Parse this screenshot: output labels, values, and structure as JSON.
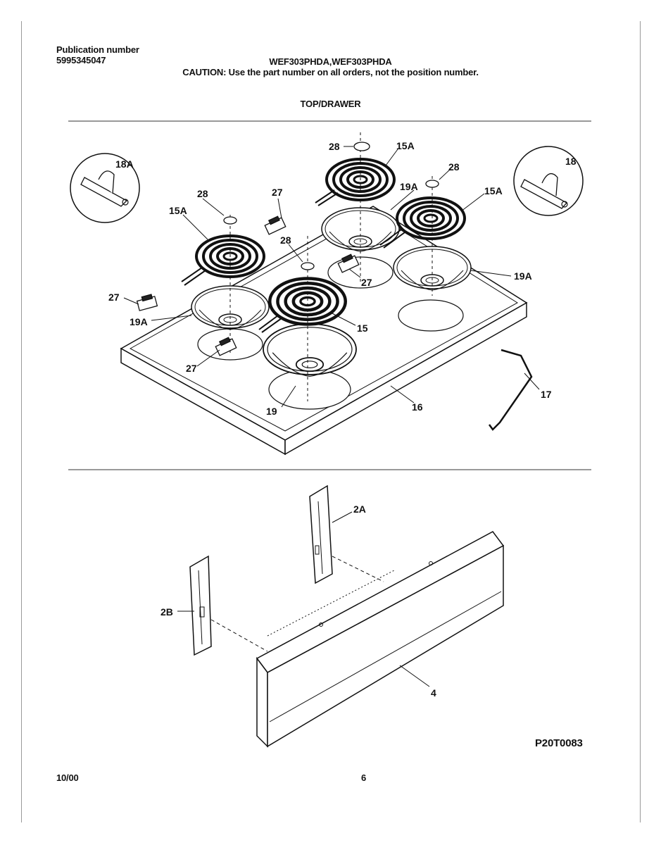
{
  "header": {
    "publication_label": "Publication number",
    "publication_number": "5995345047",
    "models": "WEF303PHDA,WEF303PHDA",
    "caution": "CAUTION:  Use the part number on all orders, not the position number.",
    "section_title": "TOP/DRAWER"
  },
  "callouts": {
    "c28_top": "28",
    "c15A_top": "15A",
    "c18A": "18A",
    "c18": "18",
    "c28_right": "28",
    "c19A_top": "19A",
    "c15A_right": "15A",
    "c28_left": "28",
    "c27_top": "27",
    "c15A_left": "15A",
    "c28_mid": "28",
    "c27_mid": "27",
    "c19A_right": "19A",
    "c27_left": "27",
    "c19A_left": "19A",
    "c15": "15",
    "c27_bottom": "27",
    "c17": "17",
    "c16": "16",
    "c19": "19",
    "c2A": "2A",
    "c2B": "2B",
    "c4": "4"
  },
  "footer": {
    "drawing_code": "P20T0083",
    "date": "10/00",
    "page": "6"
  }
}
